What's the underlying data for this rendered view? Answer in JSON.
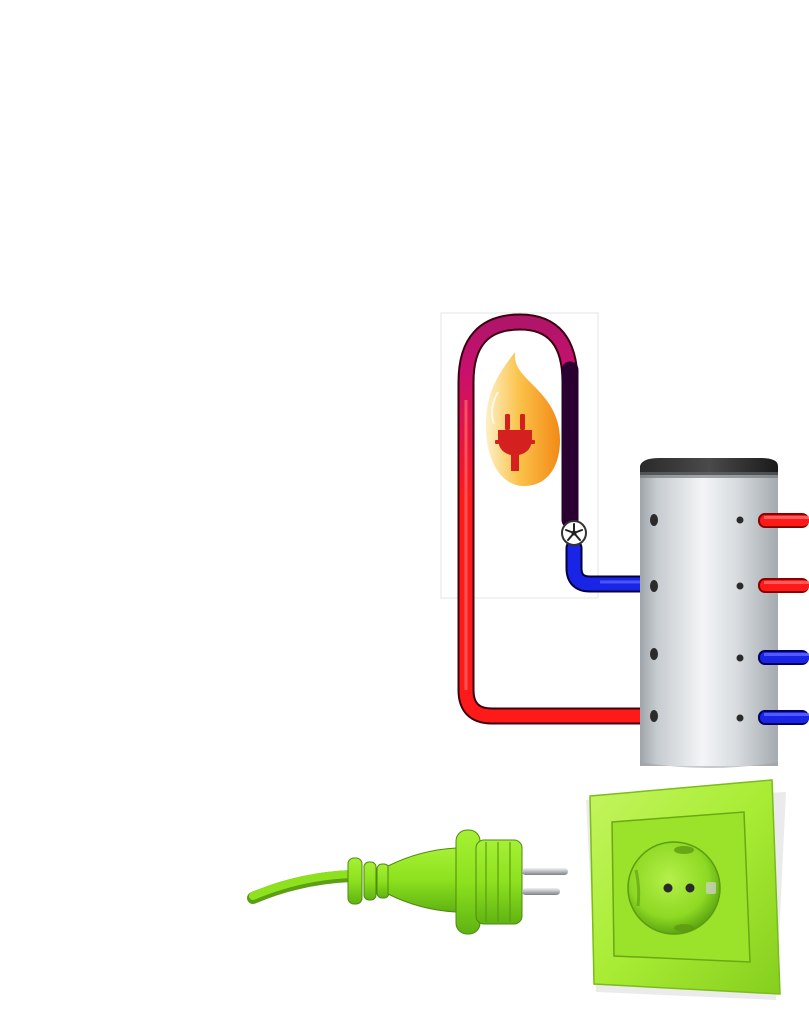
{
  "diagram": {
    "colors": {
      "background": "#ffffff",
      "hot_pipe": "#ff1a1a",
      "warm_pipe": "#c8106e",
      "return_pipe": "#d21ec8",
      "cold_pipe": "#1a24e6",
      "flame_outer": "#f7a21a",
      "flame_inner": "#fde7b0",
      "heater_plug": "#d4201f",
      "tank_body": "#dde1e5",
      "tank_lid": "#1a1a1a",
      "plug_cable": "#8ee21d",
      "socket_frame": "#a8ec34"
    },
    "icons": {
      "heat_source": "flame-with-plug-icon",
      "pump": "circulation-pump-icon",
      "storage": "buffer-tank",
      "power_plug": "power-plug",
      "power_socket": "wall-socket"
    }
  }
}
